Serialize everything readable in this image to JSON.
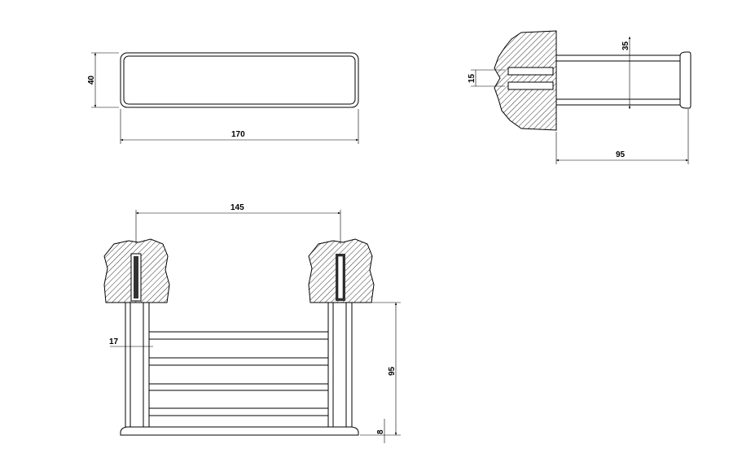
{
  "drawing": {
    "top_view": {
      "height_dim": "40",
      "width_dim": "170"
    },
    "side_view": {
      "tube_dim": "35",
      "anchor_spacing_dim": "15",
      "depth_dim": "95"
    },
    "front_view": {
      "post_spacing_dim": "145",
      "post_width_dim": "17",
      "depth_dim": "95",
      "base_dim": "8"
    }
  }
}
